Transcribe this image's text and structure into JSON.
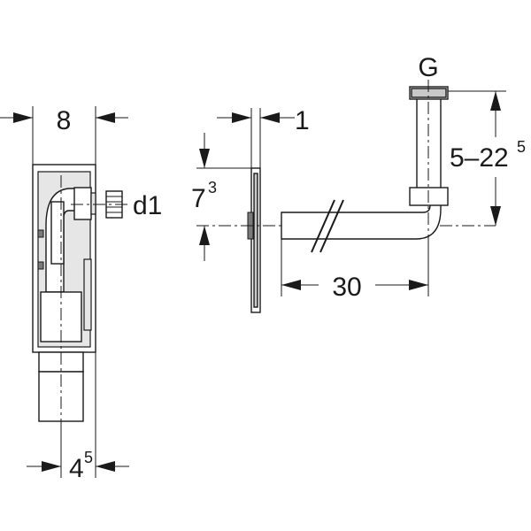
{
  "labels": {
    "width_8": "8",
    "depth_45_base": "4",
    "depth_45_sup": "5",
    "d1": "d1",
    "plate_1": "1",
    "h_73_base": "7",
    "h_73_sup": "3",
    "g": "G",
    "range_base": "5–22",
    "range_sup": "5",
    "len_30": "30"
  }
}
